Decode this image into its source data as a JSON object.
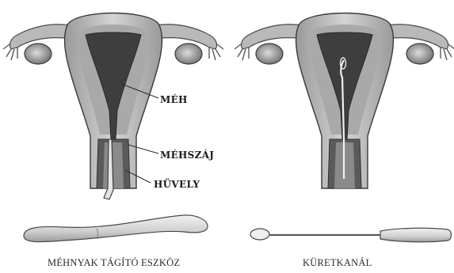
{
  "labels": {
    "uterus": "MÉH",
    "cervix": "MÉHSZÁJ",
    "vagina": "HÜVELY"
  },
  "captions": {
    "dilator": "MÉHNYAK TÁGÍTÓ ESZKÖZ",
    "curette": "KÜRETKANÁL"
  },
  "colors": {
    "tissue": "#c8c8c8",
    "tissue_dark": "#8f8f8f",
    "cavity": "#4a4a4a",
    "outline": "#3a3a3a"
  }
}
